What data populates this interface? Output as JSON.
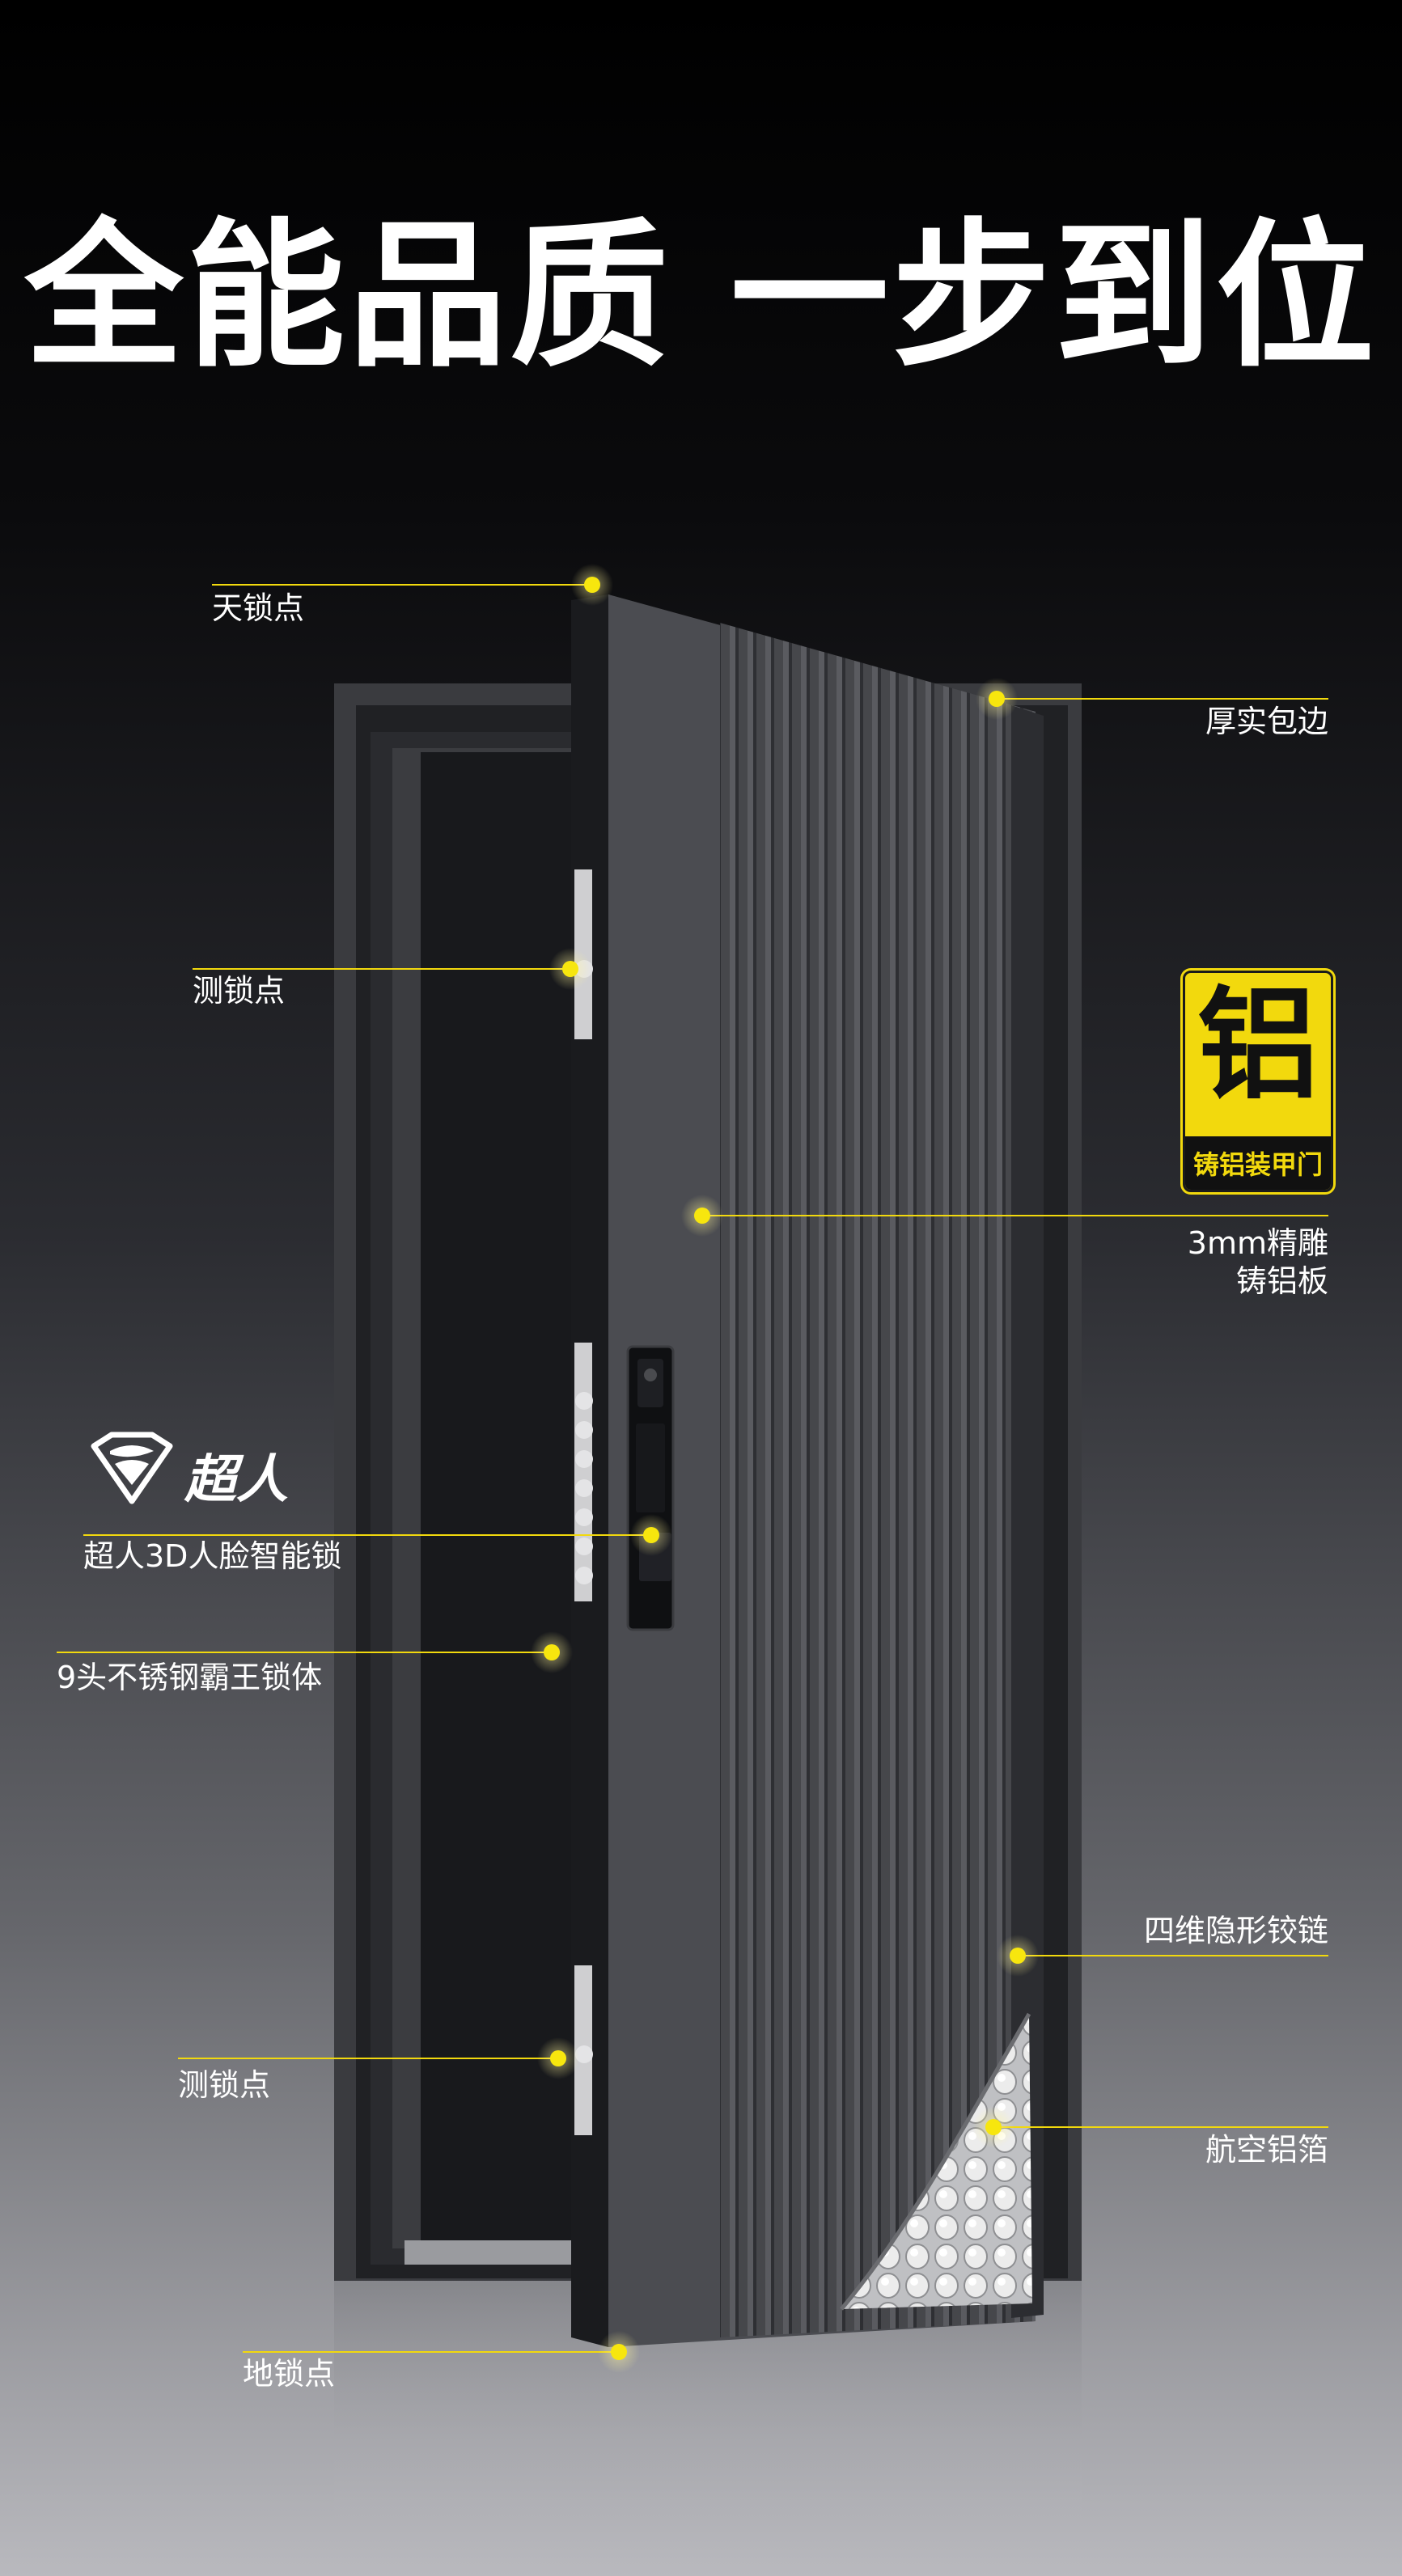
{
  "headline": "全能品质 一步到位",
  "callouts": {
    "top_lock": "天锁点",
    "thick_edge": "厚实包边",
    "side_lock_upper": "测锁点",
    "cast_panel_line1": "3mm精雕",
    "cast_panel_line2": "铸铝板",
    "smart_lock": "超人3D人脸智能锁",
    "lock_body": "9头不锈钢霸王锁体",
    "hinge": "四维隐形铰链",
    "side_lock_lower": "测锁点",
    "foil": "航空铝箔",
    "floor_lock": "地锁点"
  },
  "brand": {
    "name": "超人"
  },
  "badge": {
    "character": "铝",
    "subtitle": "铸铝装甲门"
  },
  "colors": {
    "accent": "#f2d90d",
    "door_panel": "#4a4b4f",
    "frame": "#2e2f33",
    "text": "#ffffff"
  }
}
